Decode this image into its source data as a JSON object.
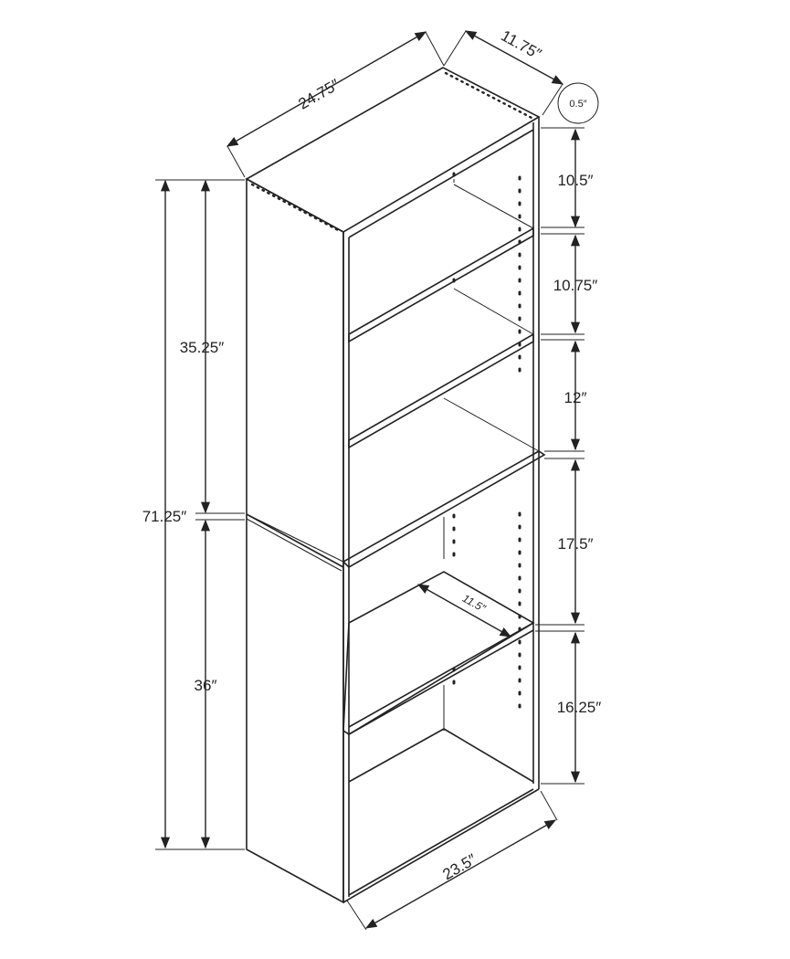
{
  "diagram": {
    "labels": {
      "total_width": "24.75″",
      "depth": "11.75″",
      "board_thickness": "0.5″",
      "upper_height": "35.25″",
      "total_height": "71.25″",
      "lower_height": "36″",
      "shelf_1": "10.5″",
      "shelf_2": "10.75″",
      "shelf_3": "12″",
      "shelf_4": "17.5″",
      "shelf_5": "16.25″",
      "inner_depth": "11.5″",
      "inner_width": "23.5″"
    },
    "colors": {
      "line": "#222222",
      "background": "#ffffff"
    }
  }
}
